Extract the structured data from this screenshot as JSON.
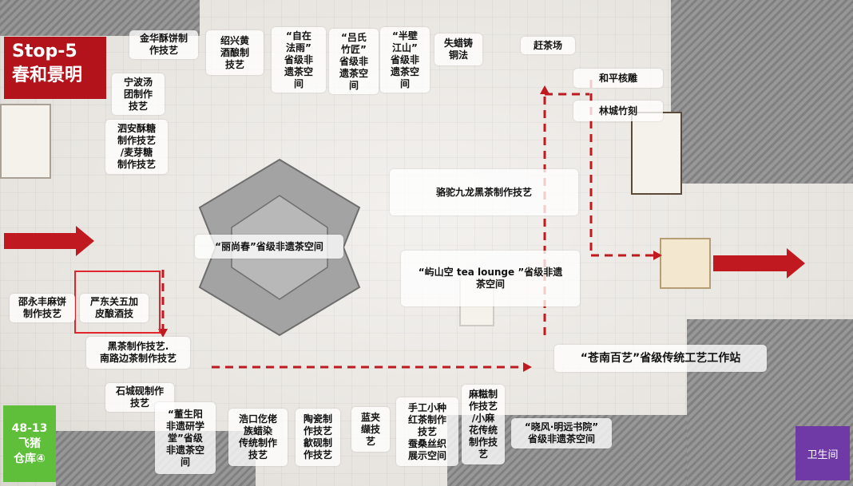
{
  "title": "Stop-5\n春和景明",
  "booth": "48-13\n飞猪\n仓库④",
  "restroom": "卫生间",
  "labels": [
    "金华酥饼制\n作技艺",
    "绍兴黄\n酒酿制\n技艺",
    "“自在\n法雨”\n省级非\n遗茶空\n间",
    "“吕氏\n竹匠”\n省级非\n遗茶空\n间",
    "“半壁\n江山”\n省级非\n遗茶空\n间",
    "失蜡铸\n铜法",
    "赶茶场",
    "和平核雕",
    "林城竹刻",
    "宁波汤\n团制作\n技艺",
    "泗安酥糖\n制作技艺\n/麦芽糖\n制作技艺",
    "骆驼九龙黑茶制作技艺",
    "“丽尚春”省级非遗茶空间",
    "“屿山空 tea lounge ”省级非遗\n茶空间",
    "邵永丰麻饼\n制作技艺",
    "严东关五加\n皮酿酒技",
    "黑茶制作技艺.\n南路边茶制作技艺",
    "“苍南百艺”省级传统工艺工作站",
    "石城砚制作\n技艺",
    "“董生阳\n非遗研学\n堂”省级\n非遗茶空\n间",
    "浩口仡佬\n族蜡染\n传统制作\n技艺",
    "陶瓷制\n作技艺\n歙砚制\n作技艺",
    "蓝夹\n缬技\n艺",
    "手工小种\n红茶制作\n技艺\n蚕桑丝织\n展示空间",
    "麻糍制\n作技艺\n/小麻\n花传统\n制作技\n艺",
    "“晓风·明远书院”\n省级非遗茶空间"
  ]
}
